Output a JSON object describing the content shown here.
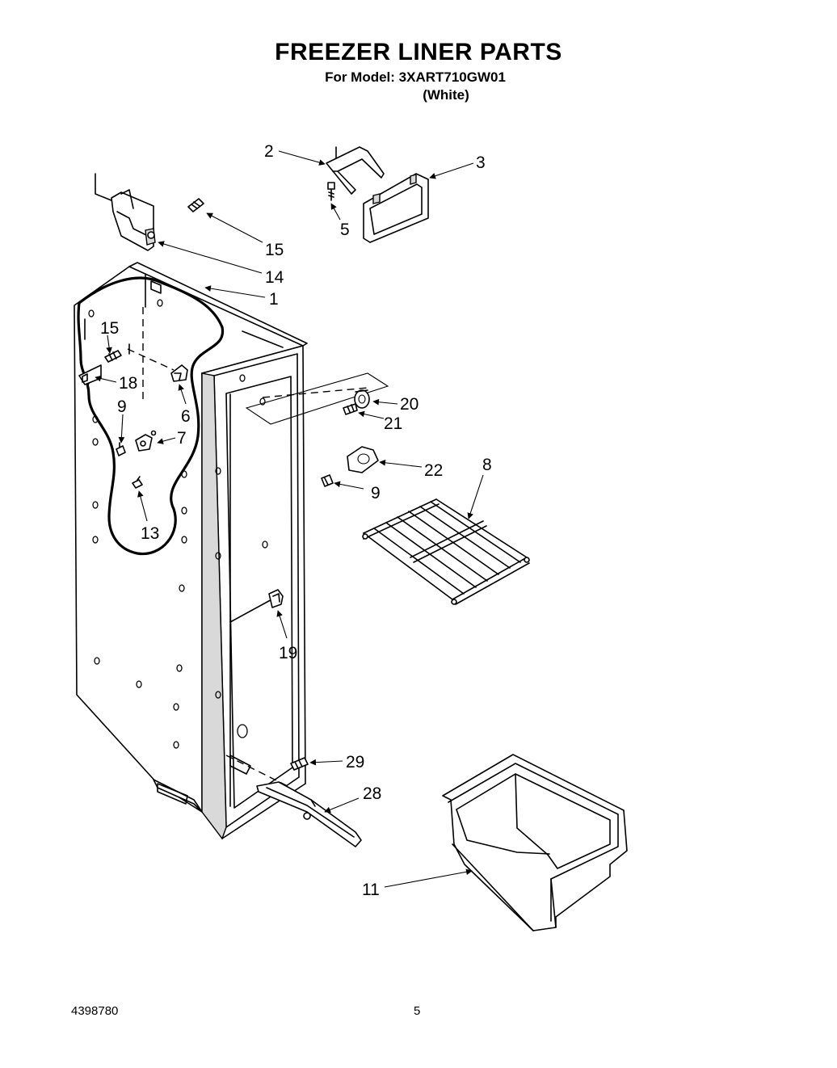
{
  "header": {
    "title": "FREEZER LINER PARTS",
    "model_line": "For Model: 3XART710GW01",
    "color_line": "(White)"
  },
  "footer": {
    "doc_number": "4398780",
    "page_number": "5"
  },
  "callouts": {
    "c1": "1",
    "c2": "2",
    "c3": "3",
    "c5": "5",
    "c15a": "15",
    "c14": "14",
    "c15b": "15",
    "c18": "18",
    "c6": "6",
    "c9a": "9",
    "c7": "7",
    "c13": "13",
    "c20": "20",
    "c21": "21",
    "c22": "22",
    "c8": "8",
    "c9b": "9",
    "c19": "19",
    "c29": "29",
    "c28": "28",
    "c11": "11"
  }
}
